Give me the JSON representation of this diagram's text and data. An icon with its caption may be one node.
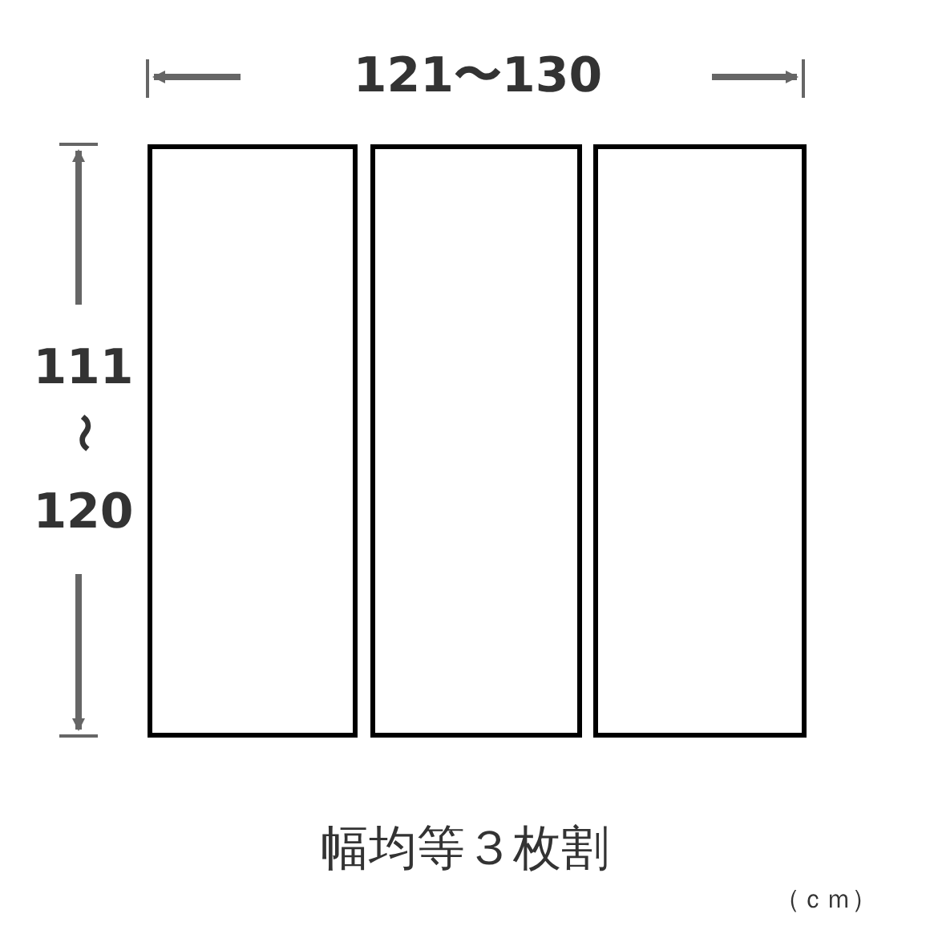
{
  "diagram": {
    "caption": "幅均等３枚割",
    "nodes": [
      {
        "text": [],
        "shape": "box"
      },
      {
        "text": [],
        "shape": "box"
      },
      {
        "text": [],
        "shape": "box"
      }
    ],
    "labels": [
      "121〜130",
      "111",
      "〜",
      "120",
      "（ｃｍ）"
    ]
  }
}
